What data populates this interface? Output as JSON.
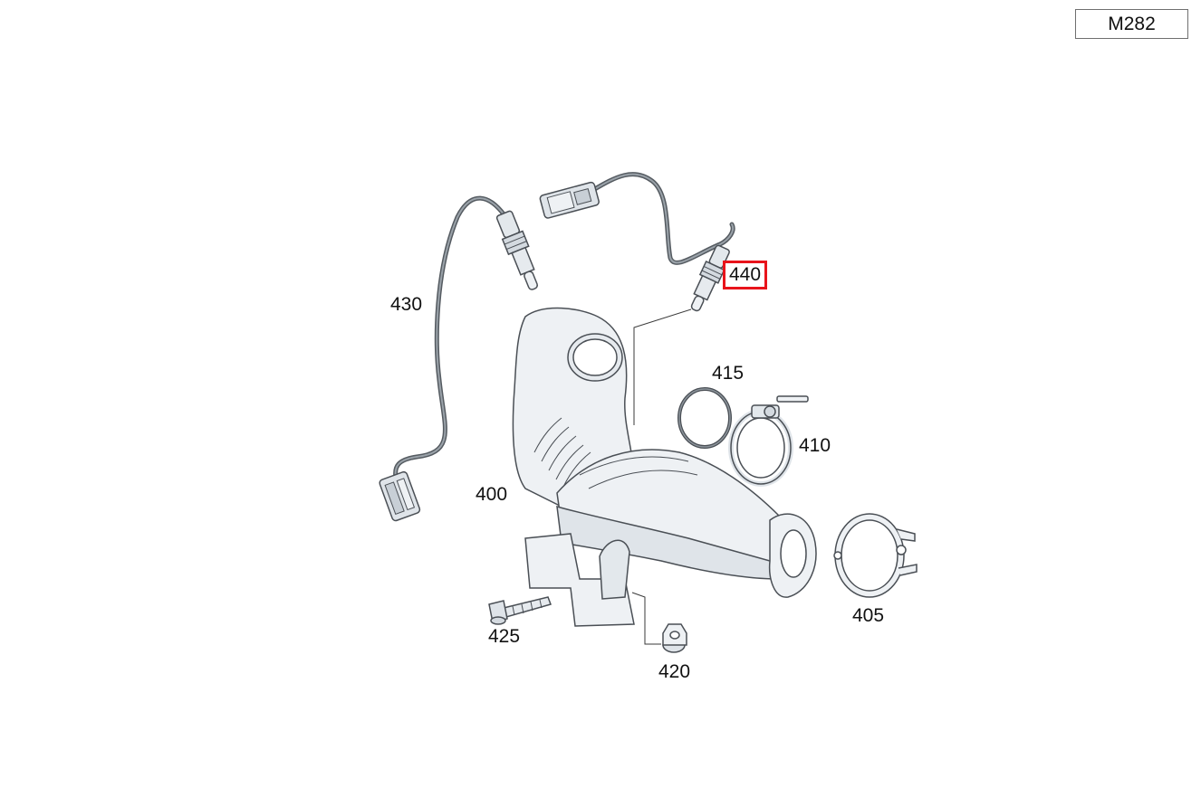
{
  "header": {
    "model_code": "M282"
  },
  "callouts": {
    "c400": "400",
    "c405": "405",
    "c410": "410",
    "c415": "415",
    "c420": "420",
    "c425": "425",
    "c430": "430",
    "c440": "440"
  },
  "highlighted_callout": "440",
  "colors": {
    "highlight": "#e8141b",
    "part_fill": "#eef1f4",
    "part_stroke": "#4a4f55",
    "cable": "#555b61"
  }
}
